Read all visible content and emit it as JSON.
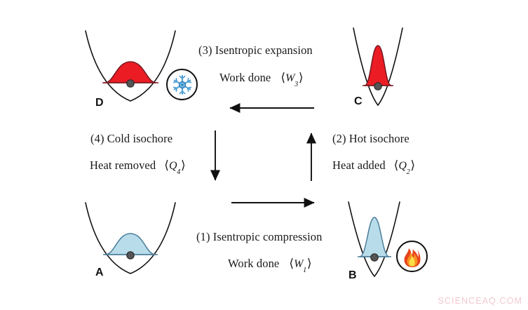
{
  "figure": {
    "title": "Quantum Otto cycle diagram",
    "watermark": "SCIENCEAQ.COM",
    "background": "#ffffff"
  },
  "colors": {
    "hot_fill": "#ec1c24",
    "hot_stroke": "#7a1a22",
    "cold_fill": "#b9dcea",
    "cold_stroke": "#4b7e9b",
    "well_stroke": "#111111",
    "particle": "#4d4d4d",
    "arrow": "#111111",
    "text": "#1a1a1a",
    "watermark": "#f3c9ce"
  },
  "nodes": [
    {
      "id": "D",
      "letter": "D",
      "state": "wide-well-hot",
      "fill": "hot",
      "well_width": "wide",
      "distribution_width": "broad",
      "distribution_height": "low",
      "badge": "snowflake-icon"
    },
    {
      "id": "C",
      "letter": "C",
      "state": "narrow-well-hot",
      "fill": "hot",
      "well_width": "narrow",
      "distribution_width": "narrow",
      "distribution_height": "tall",
      "badge": null
    },
    {
      "id": "A",
      "letter": "A",
      "state": "wide-well-cold",
      "fill": "cold",
      "well_width": "wide",
      "distribution_width": "broad",
      "distribution_height": "low",
      "badge": null
    },
    {
      "id": "B",
      "letter": "B",
      "state": "narrow-well-cold",
      "fill": "cold",
      "well_width": "narrow",
      "distribution_width": "narrow",
      "distribution_height": "tall",
      "badge": "flame-icon"
    }
  ],
  "steps": [
    {
      "id": "step1",
      "number": "(1)",
      "name": "Isentropic compression",
      "line1": "(1) Isentropic compression",
      "line2_prefix": "Work done",
      "quantity_symbol": "W",
      "quantity_subscript": "1",
      "quantity": "⟨W₁⟩",
      "arrow": "right",
      "from": "A",
      "to": "B"
    },
    {
      "id": "step2",
      "number": "(2)",
      "name": "Hot isochore",
      "line1": "(2) Hot isochore",
      "line2_prefix": "Heat added",
      "quantity_symbol": "Q",
      "quantity_subscript": "2",
      "quantity": "⟨Q₂⟩",
      "arrow": "up",
      "from": "B",
      "to": "C"
    },
    {
      "id": "step3",
      "number": "(3)",
      "name": "Isentropic expansion",
      "line1": "(3) Isentropic expansion",
      "line2_prefix": "Work done",
      "quantity_symbol": "W",
      "quantity_subscript": "3",
      "quantity": "⟨W₃⟩",
      "arrow": "left",
      "from": "C",
      "to": "D"
    },
    {
      "id": "step4",
      "number": "(4)",
      "name": "Cold isochore",
      "line1": "(4) Cold isochore",
      "line2_prefix": "Heat removed",
      "quantity_symbol": "Q",
      "quantity_subscript": "4",
      "quantity": "⟨Q₄⟩",
      "arrow": "down",
      "from": "D",
      "to": "A"
    }
  ]
}
